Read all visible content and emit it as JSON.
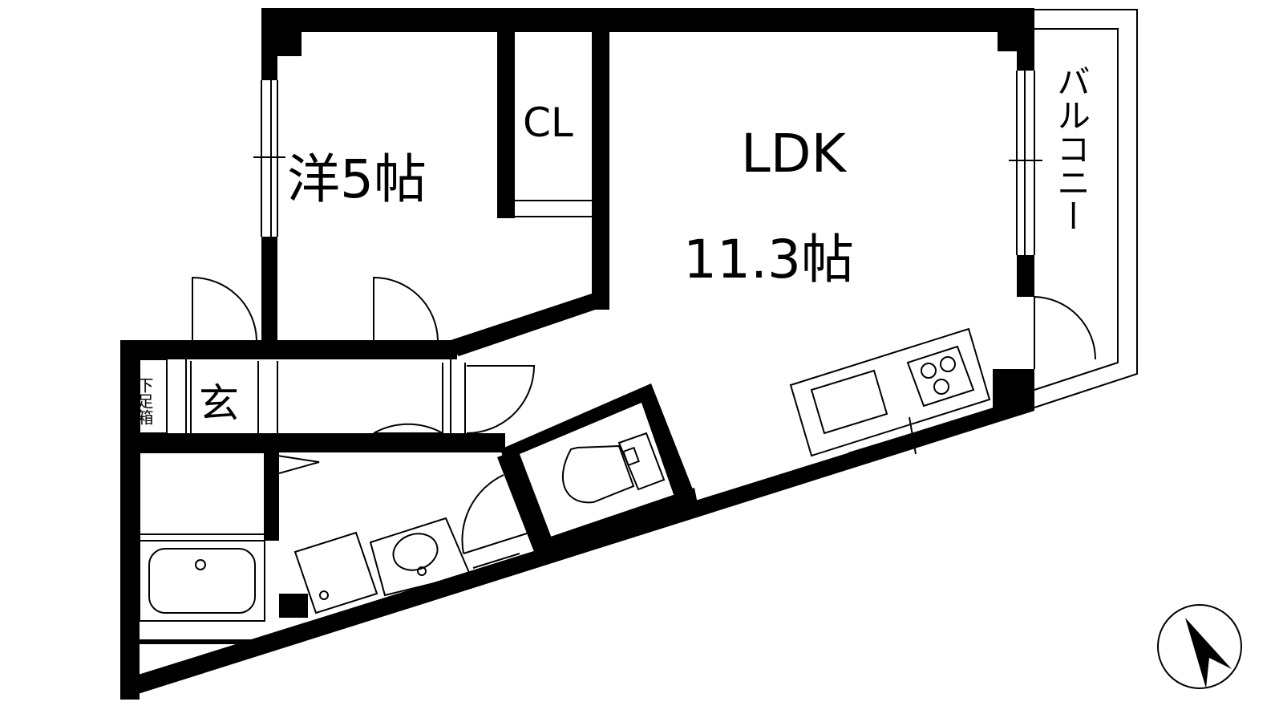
{
  "rooms": {
    "western_room": {
      "name": "洋5帖"
    },
    "closet": {
      "name": "CL"
    },
    "ldk": {
      "name": "LDK",
      "size": "11.3帖"
    },
    "balcony": {
      "name": "バルコニー"
    },
    "entrance": {
      "name": "玄"
    },
    "shoe_box": {
      "name": "下足箱"
    }
  },
  "compass": {
    "pointer": "north-arrow-icon"
  },
  "colors": {
    "wall": "#000000",
    "background": "#ffffff",
    "line": "#000000"
  }
}
